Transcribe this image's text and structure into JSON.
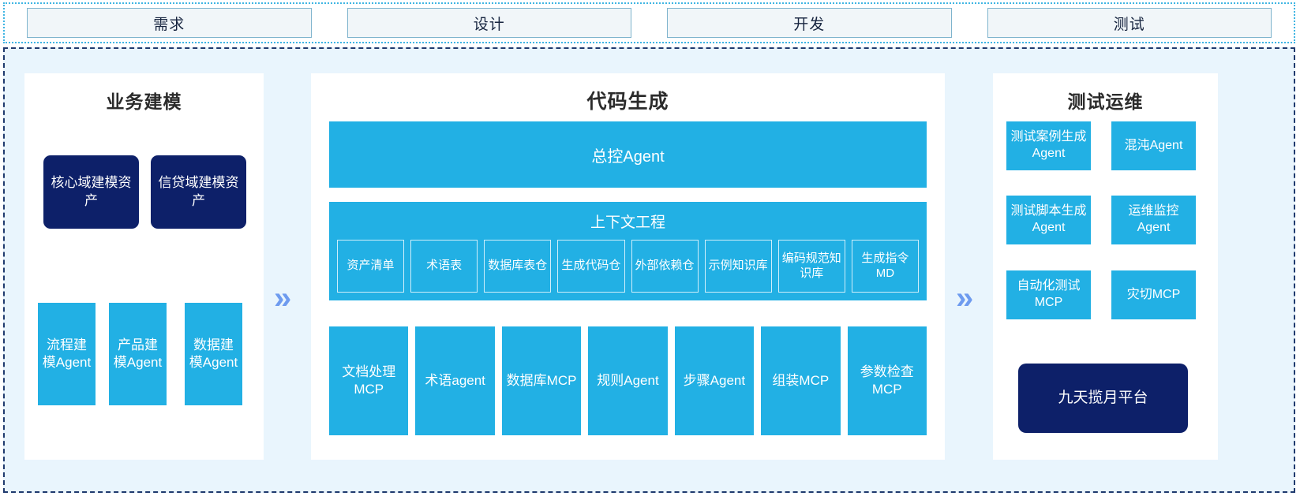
{
  "stages": {
    "items": [
      {
        "label": "需求"
      },
      {
        "label": "设计"
      },
      {
        "label": "开发"
      },
      {
        "label": "测试"
      }
    ]
  },
  "arrows": {
    "glyph": "»",
    "color": "#6e9bef"
  },
  "colors": {
    "cyan": "#22b0e4",
    "navy": "#0d2069",
    "region_bg": "#e9f5fd",
    "panel_bg": "#ffffff",
    "stage_bg": "#f1f6f9"
  },
  "panels": {
    "left": {
      "title": "业务建模",
      "assets": [
        {
          "label": "核心域建模资产"
        },
        {
          "label": "信贷域建模资产"
        }
      ],
      "agents": [
        {
          "label": "流程建模Agent"
        },
        {
          "label": "产品建模Agent"
        },
        {
          "label": "数据建模Agent"
        }
      ]
    },
    "center": {
      "title": "代码生成",
      "master_agent": "总控Agent",
      "context": {
        "title": "上下文工程",
        "items": [
          {
            "label": "资产清单"
          },
          {
            "label": "术语表"
          },
          {
            "label": "数据库表仓"
          },
          {
            "label": "生成代码仓"
          },
          {
            "label": "外部依赖仓"
          },
          {
            "label": "示例知识库"
          },
          {
            "label": "编码规范知识库"
          },
          {
            "label": "生成指令MD"
          }
        ]
      },
      "tools": [
        {
          "label": "文档处理MCP"
        },
        {
          "label": "术语agent"
        },
        {
          "label": "数据库MCP"
        },
        {
          "label": "规则Agent"
        },
        {
          "label": "步骤Agent"
        },
        {
          "label": "组装MCP"
        },
        {
          "label": "参数检查MCP"
        }
      ]
    },
    "right": {
      "title": "测试运维",
      "cards": [
        {
          "label": "测试案例生成Agent"
        },
        {
          "label": "混沌Agent"
        },
        {
          "label": "测试脚本生成Agent"
        },
        {
          "label": "运维监控Agent"
        },
        {
          "label": "自动化测试MCP"
        },
        {
          "label": "灾切MCP"
        }
      ],
      "platform": {
        "label": "九天揽月平台"
      }
    }
  }
}
